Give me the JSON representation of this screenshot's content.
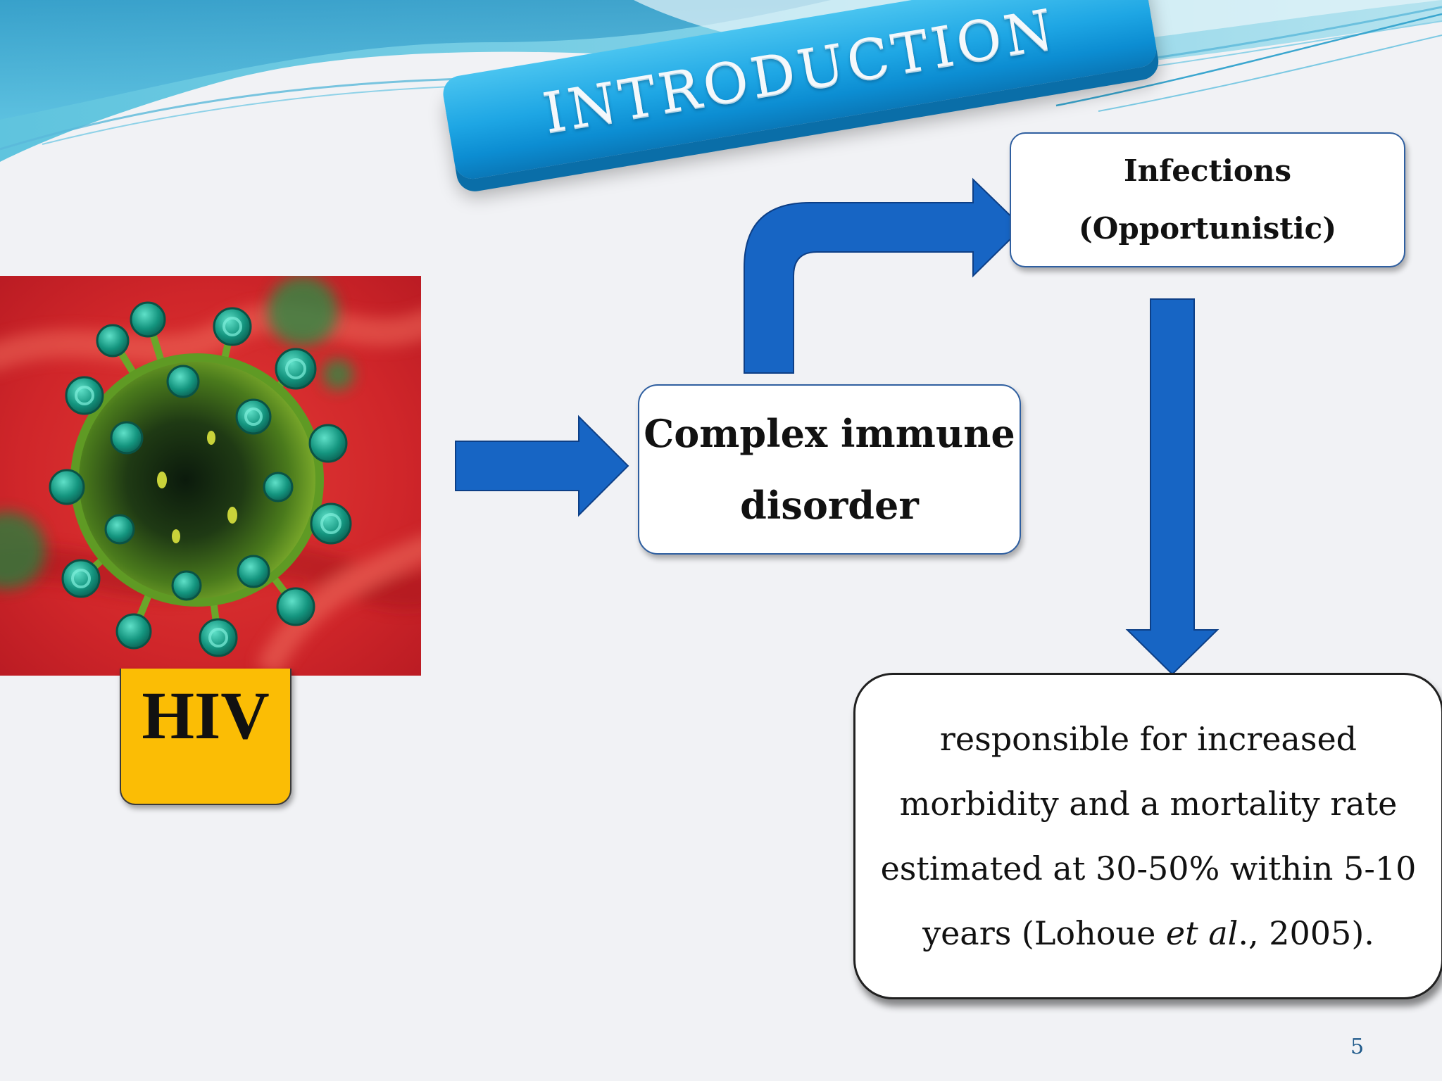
{
  "slide": {
    "title": "INTRODUCTION",
    "page_number": "5"
  },
  "hiv": {
    "label": "HIV",
    "label_color": "#fbbd05"
  },
  "nodes": {
    "infections": {
      "line1": "Infections",
      "line2": "(Opportunistic)"
    },
    "complex": {
      "line1": "Complex immune",
      "line2": "disorder"
    },
    "outcome": {
      "line1": "responsible for increased",
      "line2": "morbidity and a mortality rate",
      "line3": "estimated at 30-50% within 5-10",
      "line4_before": "years (Lohoue ",
      "line4_italic": "et al",
      "line4_after": "., 2005)."
    }
  },
  "colors": {
    "arrow": "#1765c4",
    "banner": "#1ea6e4",
    "hiv_background": "#d42a2c",
    "virus": "#1a9a86"
  }
}
